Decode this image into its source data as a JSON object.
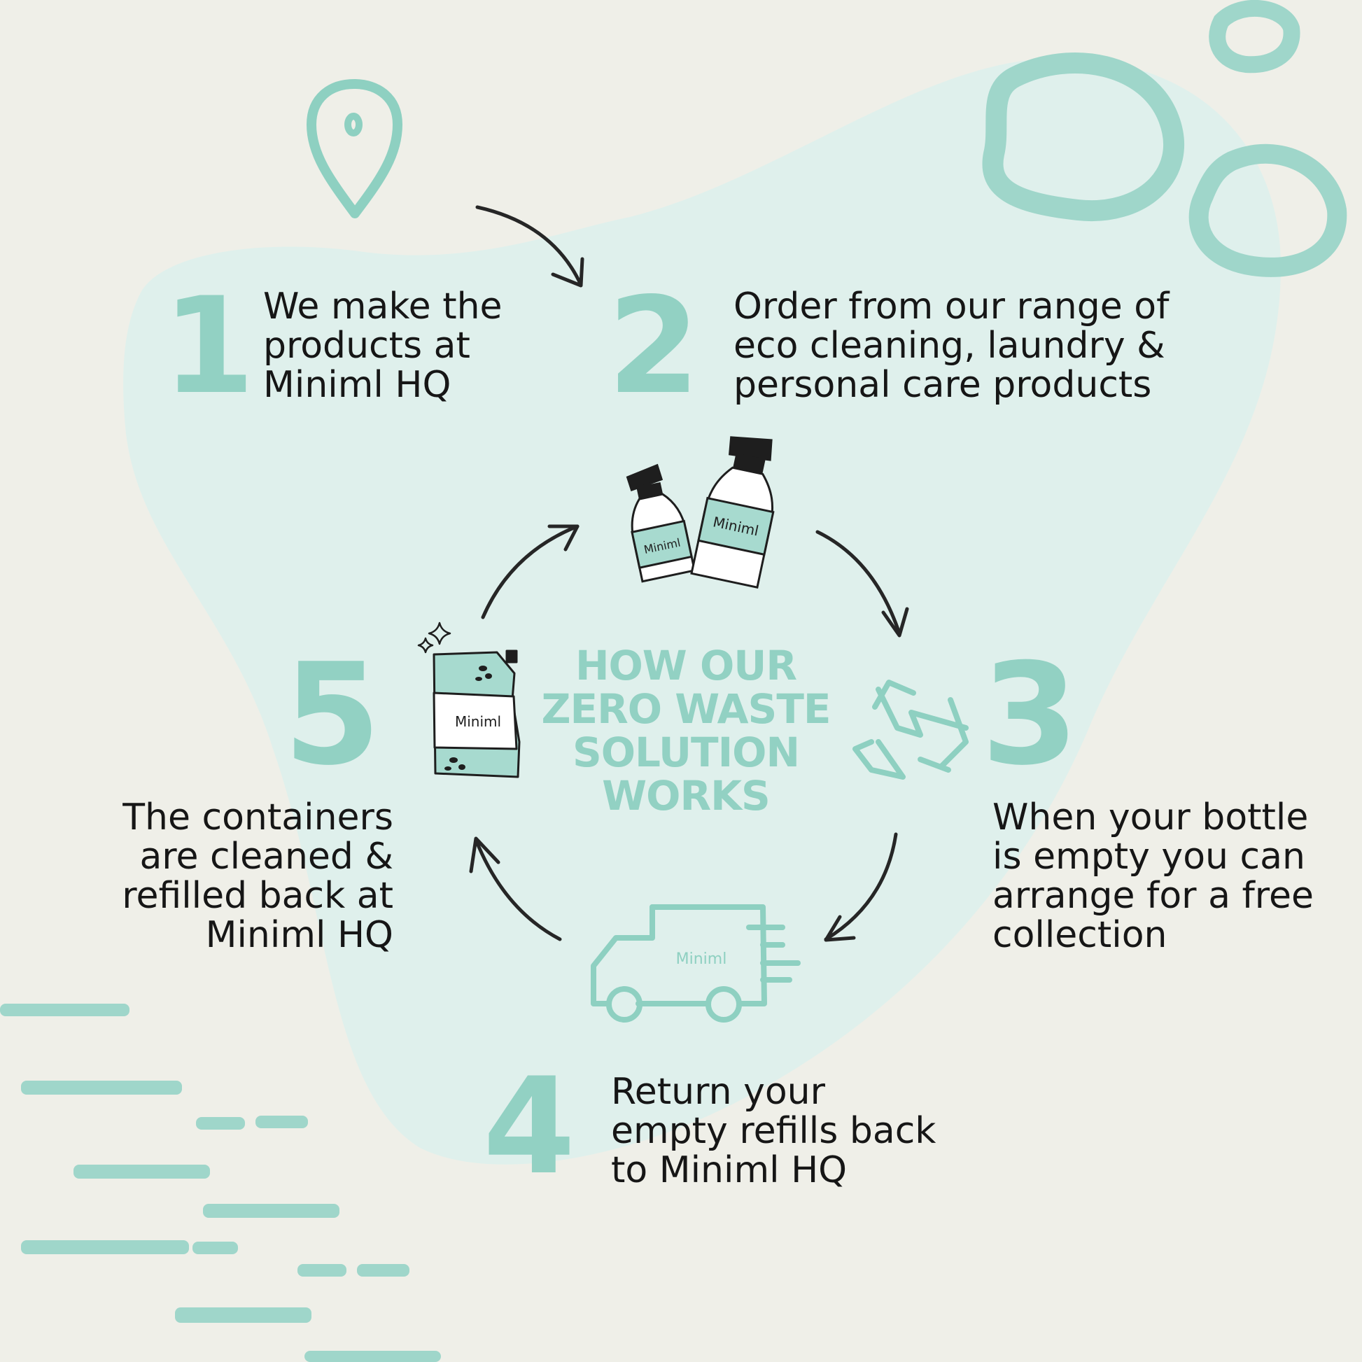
{
  "title_lines": [
    "HOW OUR",
    "ZERO WASTE",
    "SOLUTION",
    "WORKS"
  ],
  "brand": "Miniml",
  "colors": {
    "background": "#efefe8",
    "blob": "#dff0ec",
    "accent": "#92d1c3",
    "ink": "#161616"
  },
  "steps": [
    {
      "number": "1",
      "icon": "location-pin-icon",
      "lines": [
        "We make the",
        "products at",
        "Miniml HQ"
      ]
    },
    {
      "number": "2",
      "icon": "spray-bottles-icon",
      "lines": [
        "Order from our range of",
        "eco cleaning, laundry &",
        "personal care products"
      ]
    },
    {
      "number": "3",
      "icon": "recycle-icon",
      "lines": [
        "When your bottle",
        "is empty you can",
        "arrange for a free",
        "collection"
      ]
    },
    {
      "number": "4",
      "icon": "delivery-van-icon",
      "lines": [
        "Return your",
        "empty refills back",
        "to Miniml HQ"
      ]
    },
    {
      "number": "5",
      "icon": "refill-pouch-icon",
      "lines": [
        "The containers",
        "are cleaned &",
        "refilled back at",
        "Miniml HQ"
      ]
    }
  ]
}
